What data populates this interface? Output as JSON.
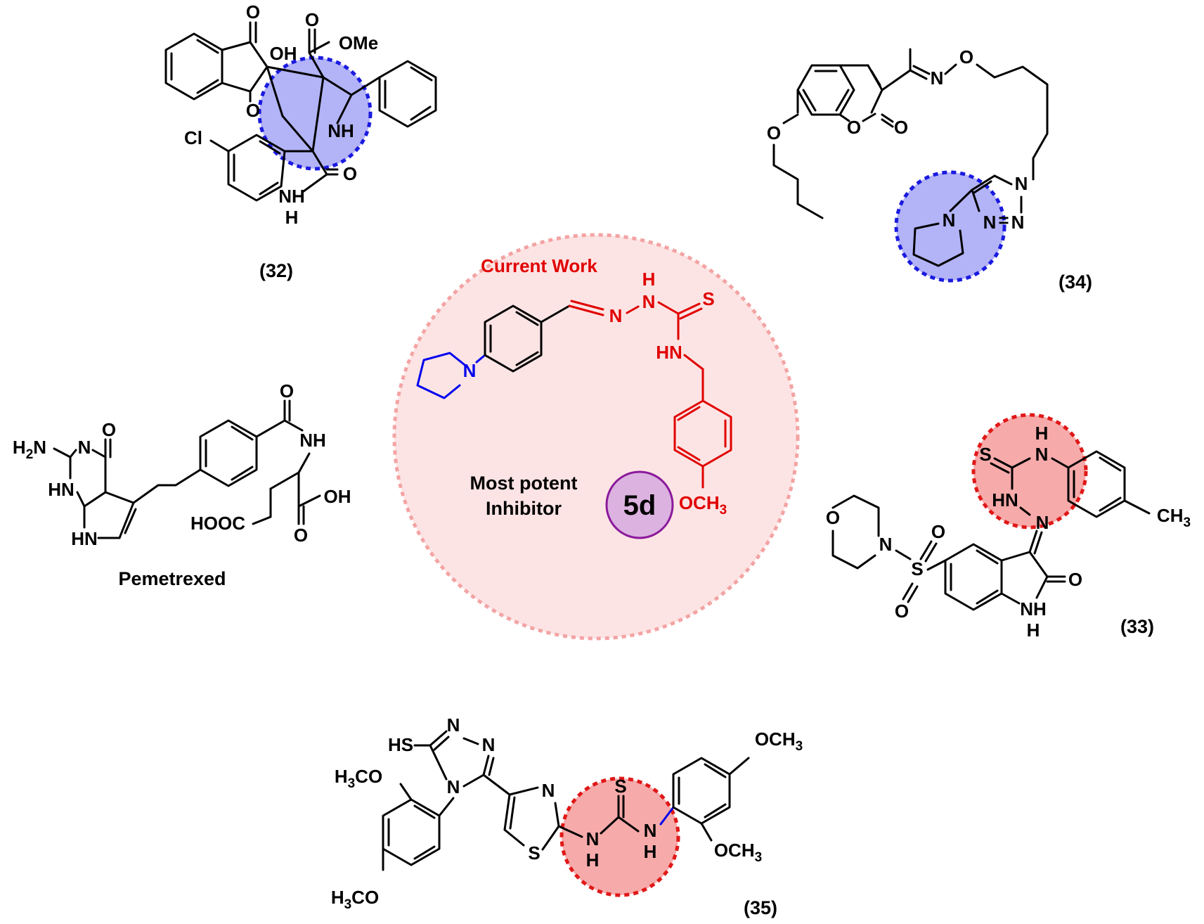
{
  "colors": {
    "highlight_blue_fill": "#b3b3f7",
    "highlight_blue_stroke": "#1a1ae0",
    "highlight_red_fill": "#f7aaaa",
    "highlight_red_stroke": "#e01818",
    "center_fill": "#fde4e4",
    "center_stroke": "#f3a3a3",
    "badge_fill": "#dcb3e0",
    "badge_stroke": "#8b1a9c",
    "current_work": "#e00000",
    "pyrrolidine": "#0000ee"
  },
  "center": {
    "title": "Current Work",
    "caption_line1": "Most potent",
    "caption_line2": "Inhibitor",
    "badge": "5d",
    "atoms": {
      "n_hydrazone": "N",
      "nh_top": "N",
      "h_top": "H",
      "s": "S",
      "hn": "HN",
      "n_pyr": "N",
      "och3": "OCH",
      "och3_sub": "3"
    }
  },
  "compounds": {
    "c32": {
      "label": "(32)",
      "atoms": {
        "o_top": "O",
        "oh": "OH",
        "ester": "O",
        "ome": "OMe",
        "o_left": "O",
        "nh": "NH",
        "cl": "Cl",
        "o_lactam": "O",
        "nh_lactam": "NH",
        "h_lactam": "H"
      }
    },
    "c34": {
      "label": "(34)",
      "atoms": {
        "n_oxime": "N",
        "o_oxime": "O",
        "o_ring": "O",
        "o_carbonyl": "O",
        "o_ether": "O",
        "n_triazole": "N",
        "n_a": "N",
        "n_b": "N",
        "eq": "=",
        "n_pyr": "N"
      }
    },
    "pemetrexed": {
      "label": "Pemetrexed",
      "atoms": {
        "h2n": "H",
        "h2n_sub": "2",
        "h2n_n": "N",
        "n_ring": "N",
        "o_ring": "O",
        "hn_ring": "HN",
        "hn_pyrrole": "HN",
        "o_amide": "O",
        "nh_amide": "NH",
        "cooh_o": "O",
        "cooh_oh": "OH",
        "hooc": "HOOC"
      }
    },
    "c33": {
      "label": "(33)",
      "atoms": {
        "o_morph": "O",
        "n_morph": "N",
        "s_sulfonyl": "S",
        "o_s_top": "O",
        "o_s_bot": "O",
        "s_thio": "S",
        "h_nh": "H",
        "n_nh": "N",
        "hn": "HN",
        "n_imine": "N",
        "ch3": "CH",
        "ch3_sub": "3",
        "o_lactam": "O",
        "nh": "NH",
        "h": "H"
      }
    },
    "c35": {
      "label": "(35)",
      "atoms": {
        "hs": "HS",
        "n1": "N",
        "n2": "N",
        "n4": "N",
        "h3co_top": "H",
        "h3co_top_sub": "3",
        "h3co_top_co": "CO",
        "h3co_bot": "H",
        "h3co_bot_sub": "3",
        "h3co_bot_co": "CO",
        "n_thiazole": "N",
        "s_thiazole": "S",
        "s_thio": "S",
        "nh_left_n": "N",
        "nh_left_h": "H",
        "nh_right_n": "N",
        "nh_right_h": "H",
        "och3_top": "OCH",
        "och3_top_sub": "3",
        "och3_bot": "OCH",
        "och3_bot_sub": "3"
      }
    }
  }
}
